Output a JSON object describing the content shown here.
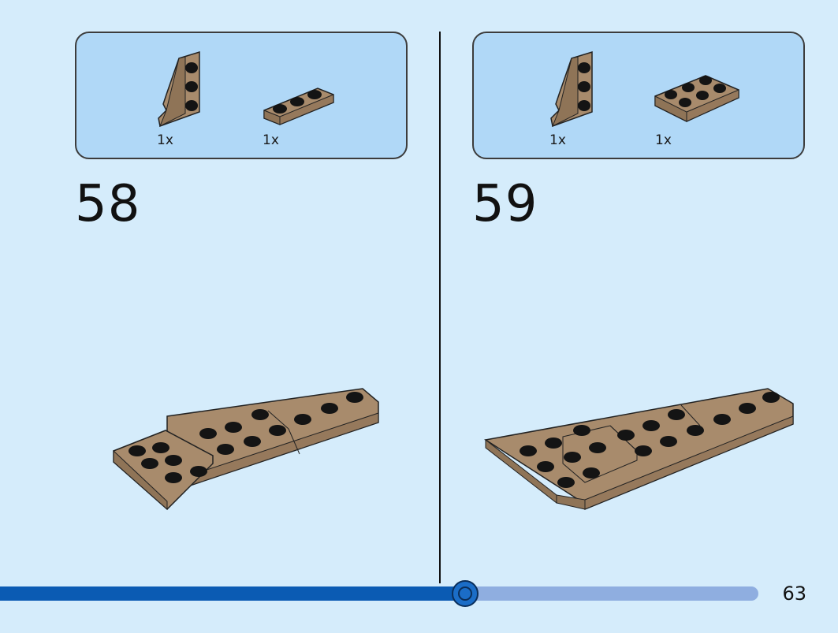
{
  "steps": [
    {
      "number": "58",
      "parts": [
        {
          "icon": "wedge-plate-3x2-icon",
          "quantity": "1x"
        },
        {
          "icon": "plate-1x3-icon",
          "quantity": "1x"
        }
      ]
    },
    {
      "number": "59",
      "parts": [
        {
          "icon": "wedge-plate-3x2-icon",
          "quantity": "1x"
        },
        {
          "icon": "plate-2x3-icon",
          "quantity": "1x"
        }
      ]
    }
  ],
  "progress": {
    "fraction": 0.615
  },
  "page_number": "63",
  "colors": {
    "background": "#d5ecfb",
    "parts_panel": "#b0d8f7",
    "brick": "#a88b6c",
    "brick_dark": "#8f7457",
    "stud": "#141414",
    "progress_fill": "#0b5bb3",
    "progress_track": "#8faee0"
  }
}
